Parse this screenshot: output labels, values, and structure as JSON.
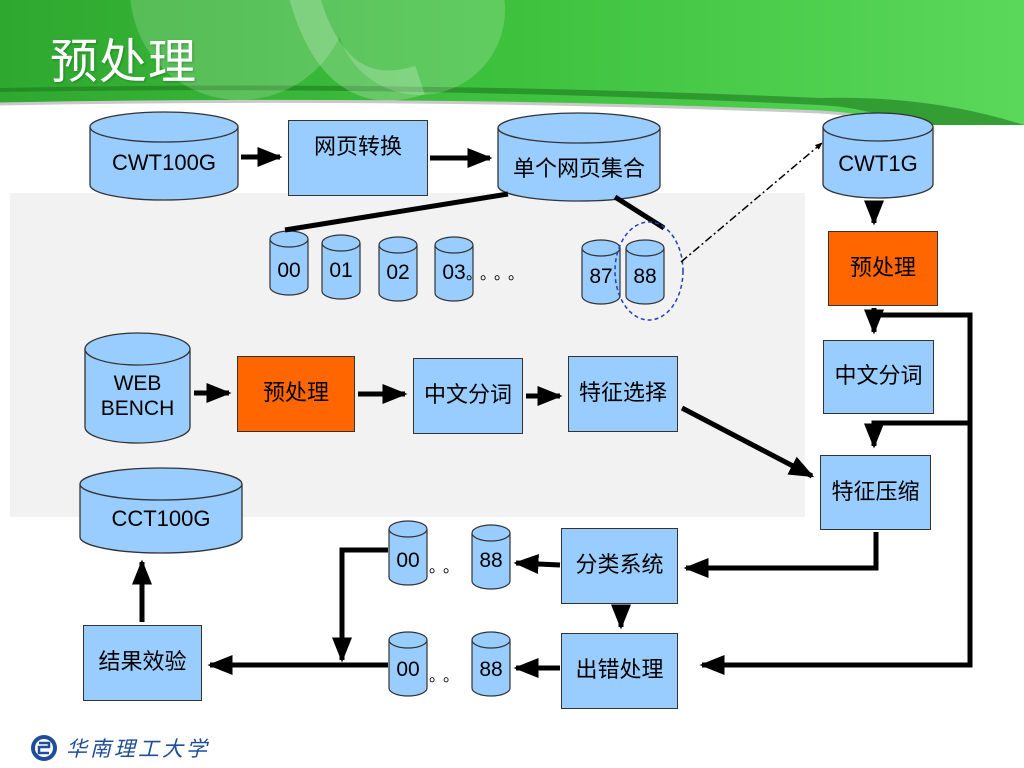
{
  "slide": {
    "title": "预处理"
  },
  "colors": {
    "box_blue": "#99ccff",
    "box_orange": "#ff6600",
    "header_green": "#3ec23e"
  },
  "nodes": {
    "cwt100g": "CWT100G",
    "web_convert": "网页转换",
    "single_web_set": "单个网页集合",
    "cwt1g": "CWT1G",
    "pre_right": "预处理",
    "seg_right": "中文分词",
    "web": "WEB",
    "bench": "BENCH",
    "pre_mid": "预处理",
    "seg_mid": "中文分词",
    "feature_select": "特征选择",
    "feature_compress": "特征压缩",
    "cct100g": "CCT100G",
    "classify": "分类系统",
    "error_proc": "出错处理",
    "result_check": "结果效验"
  },
  "shards": [
    "00",
    "01",
    "02",
    "03",
    "87",
    "88"
  ],
  "shard_dots": "。。。。",
  "row_classify": {
    "first": "00",
    "last": "88",
    "dots": "。。"
  },
  "row_error": {
    "first": "00",
    "last": "88",
    "dots": "。。"
  },
  "footer": {
    "logo_icon": "university-emblem-icon",
    "university_name": "华南理工大学"
  }
}
